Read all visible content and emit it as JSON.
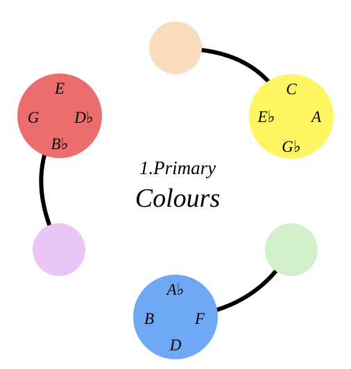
{
  "title": {
    "line1": "1.Primary",
    "line2": "Colours"
  },
  "colors": {
    "peach": "#F9DCBE",
    "yellow": "#FDF662",
    "green": "#D4EFCB",
    "blue": "#6EA8F4",
    "lilac": "#E9C6F6",
    "red": "#EC6D6E",
    "connector": "#000000"
  },
  "circles": [
    {
      "id": "peach",
      "color": "peach",
      "notes": []
    },
    {
      "id": "yellow",
      "color": "yellow",
      "notes": [
        "C",
        "E♭",
        "A",
        "G♭"
      ]
    },
    {
      "id": "green",
      "color": "green",
      "notes": []
    },
    {
      "id": "blue",
      "color": "blue",
      "notes": [
        "A♭",
        "B",
        "F",
        "D"
      ]
    },
    {
      "id": "lilac",
      "color": "lilac",
      "notes": []
    },
    {
      "id": "red",
      "color": "red",
      "notes": [
        "E",
        "G",
        "D♭",
        "B♭"
      ]
    }
  ],
  "connections": [
    [
      "peach",
      "yellow"
    ],
    [
      "green",
      "blue"
    ],
    [
      "lilac",
      "red"
    ]
  ]
}
